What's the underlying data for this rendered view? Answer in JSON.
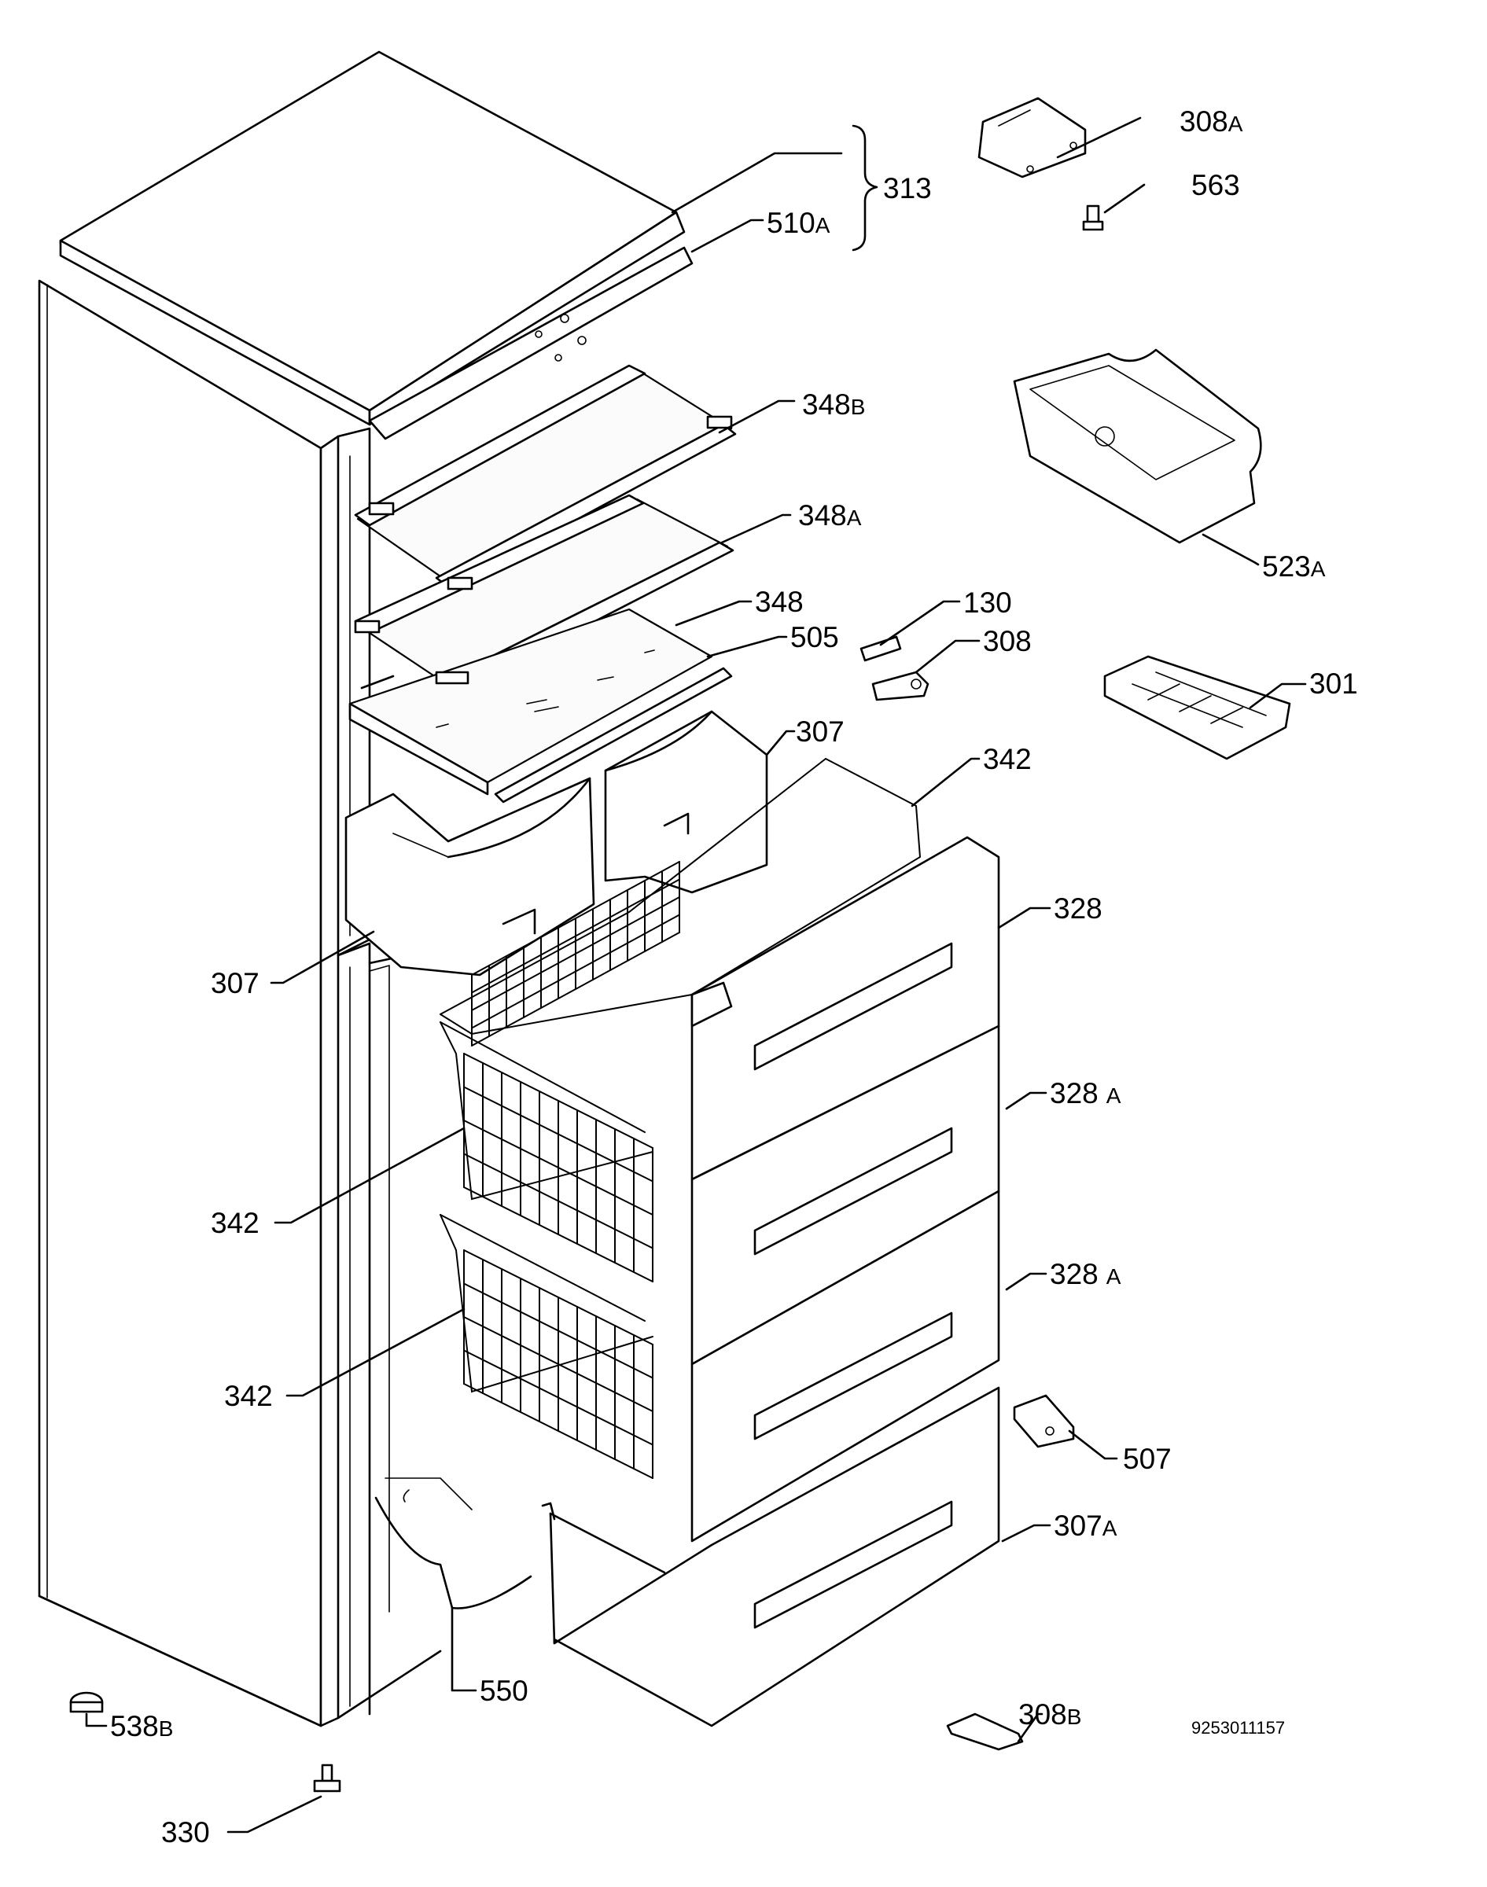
{
  "document_number": "9253011157",
  "callouts": [
    {
      "id": "313",
      "num": "313",
      "suffix": ""
    },
    {
      "id": "510a",
      "num": "510",
      "suffix": "A"
    },
    {
      "id": "308a",
      "num": "308",
      "suffix": "A"
    },
    {
      "id": "563",
      "num": "563",
      "suffix": ""
    },
    {
      "id": "348b",
      "num": "348",
      "suffix": "B"
    },
    {
      "id": "348a",
      "num": "348",
      "suffix": "A"
    },
    {
      "id": "348",
      "num": "348",
      "suffix": ""
    },
    {
      "id": "505",
      "num": "505",
      "suffix": ""
    },
    {
      "id": "523a",
      "num": "523",
      "suffix": "A"
    },
    {
      "id": "130",
      "num": "130",
      "suffix": ""
    },
    {
      "id": "308",
      "num": "308",
      "suffix": ""
    },
    {
      "id": "301",
      "num": "301",
      "suffix": ""
    },
    {
      "id": "307-top",
      "num": "307",
      "suffix": ""
    },
    {
      "id": "342-top",
      "num": "342",
      "suffix": ""
    },
    {
      "id": "328",
      "num": "328",
      "suffix": ""
    },
    {
      "id": "307-left",
      "num": "307",
      "suffix": ""
    },
    {
      "id": "328a-1",
      "num": "328",
      "suffix": "A"
    },
    {
      "id": "342-mid",
      "num": "342",
      "suffix": ""
    },
    {
      "id": "328a-2",
      "num": "328",
      "suffix": "A"
    },
    {
      "id": "342-low",
      "num": "342",
      "suffix": ""
    },
    {
      "id": "507",
      "num": "507",
      "suffix": ""
    },
    {
      "id": "307a",
      "num": "307",
      "suffix": "A"
    },
    {
      "id": "550",
      "num": "550",
      "suffix": ""
    },
    {
      "id": "538b",
      "num": "538",
      "suffix": "B"
    },
    {
      "id": "308b",
      "num": "308",
      "suffix": "B"
    },
    {
      "id": "330",
      "num": "330",
      "suffix": ""
    }
  ]
}
